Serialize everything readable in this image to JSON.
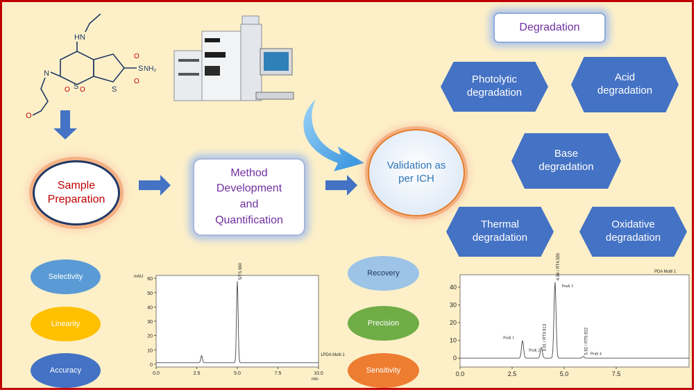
{
  "flow": {
    "sample_preparation": "Sample\nPreparation",
    "method_development": "Method\nDevelopment\nand\nQuantification",
    "validation": "Validation as\nper ICH"
  },
  "molecule": {
    "amine_label": "HN",
    "n_label": "N",
    "s_ring_label": "S",
    "s_thiophene_label": "S",
    "sulfonamide_s": "S",
    "nh2_label": "NH₂",
    "o_labels": [
      "O",
      "O",
      "O",
      "O"
    ],
    "o_methoxy": "O"
  },
  "degradation": {
    "title": "Degradation",
    "types": [
      {
        "label": "Photolytic\ndegradation"
      },
      {
        "label": "Acid\ndegradation"
      },
      {
        "label": "Base\ndegradation"
      },
      {
        "label": "Thermal\ndegradation"
      },
      {
        "label": "Oxidative\ndegradation"
      }
    ]
  },
  "parameters_left": [
    {
      "label": "Selectivity",
      "color": "#5b9bd5"
    },
    {
      "label": "Linearity",
      "color": "#ffc000"
    },
    {
      "label": "Accuracy",
      "color": "#4472c4"
    }
  ],
  "parameters_right": [
    {
      "label": "Recovery",
      "color": "#9dc3e6"
    },
    {
      "label": "Precision",
      "color": "#70ad47"
    },
    {
      "label": "Sensitivity",
      "color": "#ed7d31"
    }
  ],
  "chart_data": [
    {
      "type": "line",
      "ylabel": "mAU",
      "xlabel": "min",
      "legend": "1PDA Multi 1",
      "xlim": [
        0,
        10.0
      ],
      "ylim": [
        -2,
        62
      ],
      "yticks": [
        "0",
        "10",
        "20",
        "30",
        "40",
        "50",
        "60"
      ],
      "xticks": [
        "0.0",
        "2.5",
        "5.0",
        "7.5",
        "10.0"
      ],
      "peaks": [
        {
          "x": 2.8,
          "y": 6,
          "label": ""
        },
        {
          "x": 5.0,
          "y": 58,
          "label": "5/TS.960"
        }
      ],
      "baseline": 1
    },
    {
      "type": "line",
      "ylabel": "",
      "xlabel": "",
      "legend": "PDA Multi 1",
      "xlim": [
        0,
        11.0
      ],
      "ylim": [
        -5,
        47
      ],
      "yticks": [
        "0",
        "10",
        "20",
        "30",
        "40"
      ],
      "xticks": [
        "0.0",
        "2.5",
        "5.0",
        "7.5"
      ],
      "peaks": [
        {
          "x": 3.0,
          "y": 10,
          "label": "Peak 1"
        },
        {
          "x": 3.9,
          "y": 3,
          "label": "Peak 2"
        },
        {
          "x": 3.91,
          "y": 3,
          "label": "3.91 / RT3.913"
        },
        {
          "x": 4.56,
          "y": 43,
          "label": "4.56 / RT4.555"
        },
        {
          "x": 4.56,
          "y": 43,
          "label": "Peak 3"
        },
        {
          "x": 5.92,
          "y": 1,
          "label": "5.92 / RT5.922"
        },
        {
          "x": 5.92,
          "y": 1,
          "label": "Peak 4"
        }
      ],
      "baseline": 0
    }
  ]
}
